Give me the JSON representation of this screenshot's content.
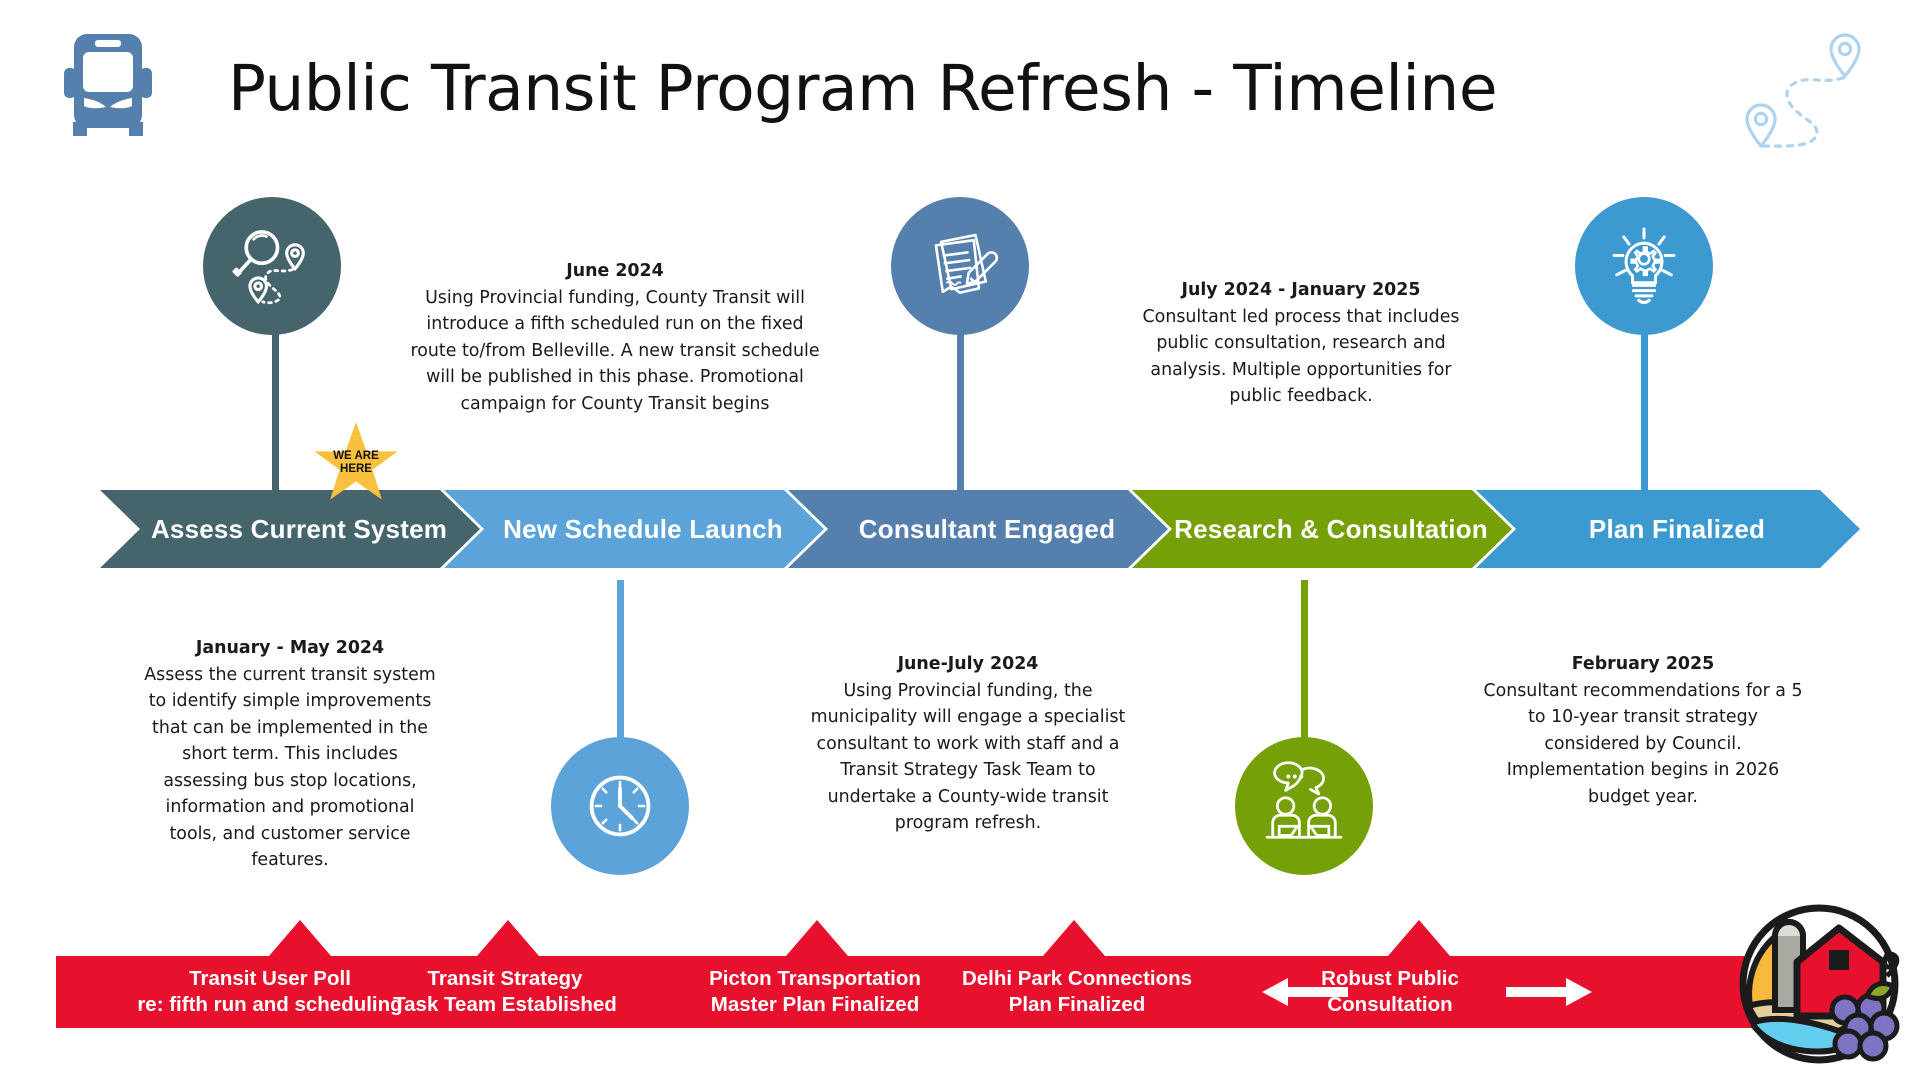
{
  "header": {
    "title": "Public Transit Program Refresh - Timeline",
    "bus_icon": "bus-icon",
    "route_icon": "map-route-pins-icon"
  },
  "colors": {
    "slate": "#45646C",
    "light_blue": "#5BA3D9",
    "mid_blue": "#5580AD",
    "green": "#76A007",
    "sky_blue": "#3D9AD1",
    "red": "#E8112D",
    "star_yellow": "#F9C03E",
    "pin_blue": "#AFD3EE"
  },
  "current_marker": {
    "label_line1": "WE ARE",
    "label_line2": "HERE",
    "icon": "star-icon"
  },
  "phases": [
    {
      "label": "Assess Current System",
      "color": "#45646C",
      "icon": "magnifier-map-icon",
      "icon_position": "top",
      "text_position": "bottom",
      "date": "January - May 2024",
      "body": "Assess the current transit system to identify simple improvements that can be implemented in the short term. This includes assessing bus stop locations, information and promotional tools, and customer service features."
    },
    {
      "label": "New Schedule Launch",
      "color": "#5BA3D9",
      "icon": "clock-icon",
      "icon_position": "bottom",
      "text_position": "top",
      "date": "June 2024",
      "body": "Using Provincial funding, County Transit will introduce a fifth scheduled run on the fixed route to/from Belleville. A new transit schedule will be published in this phase. Promotional campaign for County Transit begins"
    },
    {
      "label": "Consultant Engaged",
      "color": "#5580AD",
      "icon": "contract-pen-icon",
      "icon_position": "top",
      "text_position": "bottom",
      "date": "June-July 2024",
      "body": "Using Provincial funding, the municipality will engage a specialist consultant to work with staff and a Transit Strategy Task Team to undertake a County-wide transit program refresh."
    },
    {
      "label": "Research & Consultation",
      "color": "#76A007",
      "icon": "people-consultation-icon",
      "icon_position": "bottom",
      "text_position": "top",
      "date": "July 2024 - January 2025",
      "body": "Consultant led process that includes public consultation, research and analysis. Multiple opportunities for public feedback."
    },
    {
      "label": "Plan Finalized",
      "color": "#3D9AD1",
      "icon": "lightbulb-gear-icon",
      "icon_position": "top",
      "text_position": "bottom",
      "date": "February 2025",
      "body": "Consultant recommendations for a 5 to 10-year transit strategy considered by Council. Implementation begins in 2026 budget year."
    }
  ],
  "milestones": [
    {
      "line1": "Transit User Poll",
      "line2": "re: fifth run and scheduling"
    },
    {
      "line1": "Transit Strategy",
      "line2": "Task Team Established"
    },
    {
      "line1": "Picton Transportation",
      "line2": "Master Plan Finalized"
    },
    {
      "line1": "Delhi Park Connections",
      "line2": "Plan Finalized"
    },
    {
      "line1": "Robust Public",
      "line2": "Consultation"
    }
  ],
  "footer": {
    "logo": "county-crest-logo"
  }
}
